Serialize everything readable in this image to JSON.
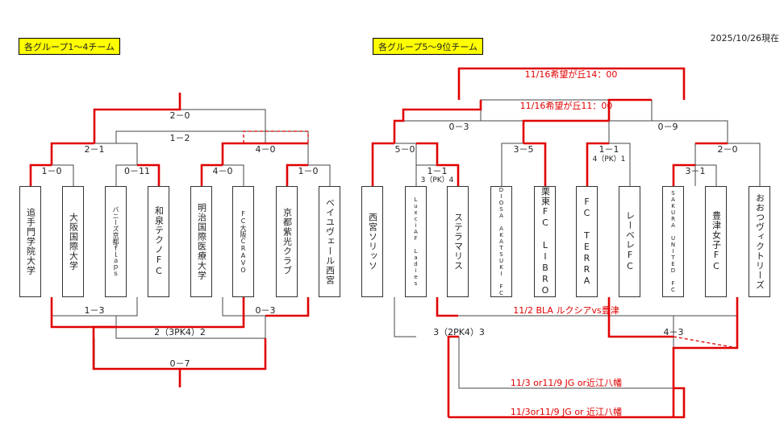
{
  "headers": {
    "left": "各グループ1～4チーム",
    "right": "各グループ5～9位チーム",
    "date": "2025/10/26現在"
  },
  "left": {
    "teams": [
      "追手門学院大学",
      "大阪国際大学",
      "バニーズ京都ｆｌａｐｓ",
      "和泉テクノFC",
      "明治国際医療大学",
      "FC大阪CRAVO",
      "京都紫光クラブ",
      "ベイユヴェール西宮"
    ],
    "scores": {
      "r1_a": "1－0",
      "r1_b": "0－11",
      "r1_c": "4－0",
      "r1_d": "1－0",
      "semi_a": "2－1",
      "semi_b": "4－0",
      "mid": "1－2",
      "final": "2－0",
      "lower_a": "1－3",
      "lower_b": "0－3",
      "pk": "2（3PK4）2",
      "bottom": "0－7"
    }
  },
  "right": {
    "teams": [
      "西宮ソリッソ",
      "LuxciAF Ladies",
      "ステラマリス",
      "DIOSA AKATSUKI FC",
      "栗東FC LIBRO",
      "FC TERRA",
      "レーベレFC",
      "SAKURA UNITED FC",
      "豊津女子FC",
      "おおつヴィクトリーズ"
    ],
    "scores": {
      "a": "5－0",
      "b": "1－1",
      "b_pk": "3（PK）4",
      "c": "3－5",
      "d": "1－1",
      "d_pk": "4（PK）1",
      "e": "3－1",
      "f": "2－0",
      "g": "0－3",
      "h": "0－9",
      "lower_pk": "3（2PK4）3",
      "lower_b": "4－3"
    },
    "schedule": {
      "top": "11/16希望が丘14：00",
      "second": "11/16希望が丘11：00",
      "bla": "11/2 BLA ルクシアvs豊津",
      "jg1": "11/3 or11/9 JG or近江八幡",
      "jg2": "11/3or11/9 JG or 近江八幡"
    }
  }
}
